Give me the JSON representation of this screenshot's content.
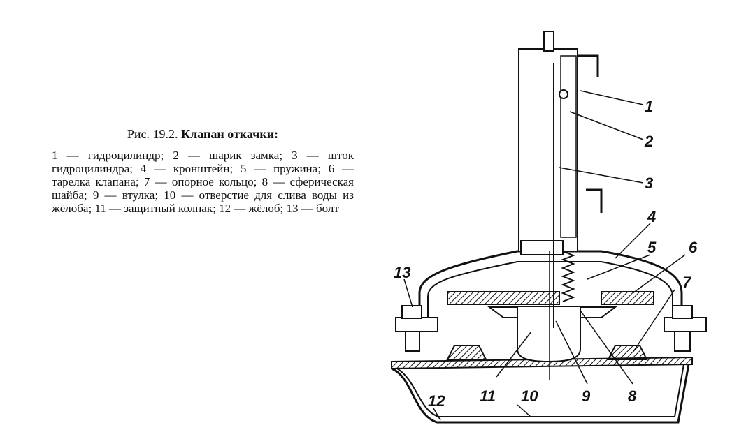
{
  "caption": {
    "figure_number": "Рис. 19.2.",
    "title": "Клапан откачки:",
    "body": "1 — гидроцилиндр; 2 — шарик замка; 3 — шток гидроцилиндра; 4 — кронштейн; 5 — пружина; 6 — тарелка клапана; 7 — опорное кольцо; 8 — сферическая шайба; 9 — втулка; 10 — отверстие для слива воды из жёлоба; 11 — защитный колпак; 12 — жёлоб; 13 — болт"
  },
  "callouts": [
    "1",
    "2",
    "3",
    "4",
    "5",
    "6",
    "7",
    "8",
    "9",
    "10",
    "11",
    "12",
    "13"
  ]
}
